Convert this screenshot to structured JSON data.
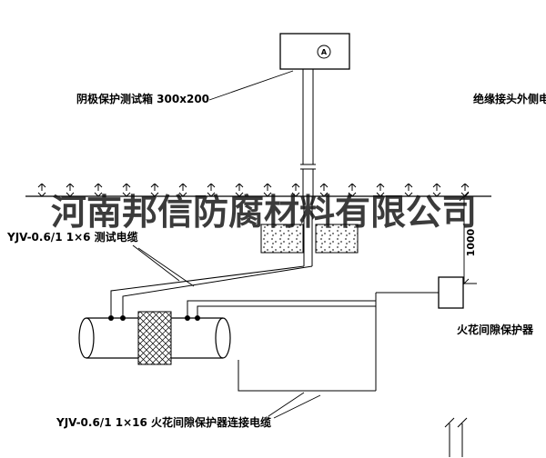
{
  "diagram": {
    "test_box_label": "阴极保护测试箱 300x200",
    "right_edge_label": "绝缘接头外侧电缆",
    "test_cable_label": "YJV-0.6/1 1×6  测试电缆",
    "protector_label": "火花间隙保护器",
    "bottom_cable_label": "YJV-0.6/1 1×16  火花间隙保护器连接电缆",
    "dimension_label": "1000",
    "ammeter_letter": "A"
  },
  "watermark": {
    "text": "河南邦信防腐材料有限公司"
  },
  "colors": {
    "line": "#000000",
    "background": "#ffffff",
    "watermark": "#111111"
  }
}
